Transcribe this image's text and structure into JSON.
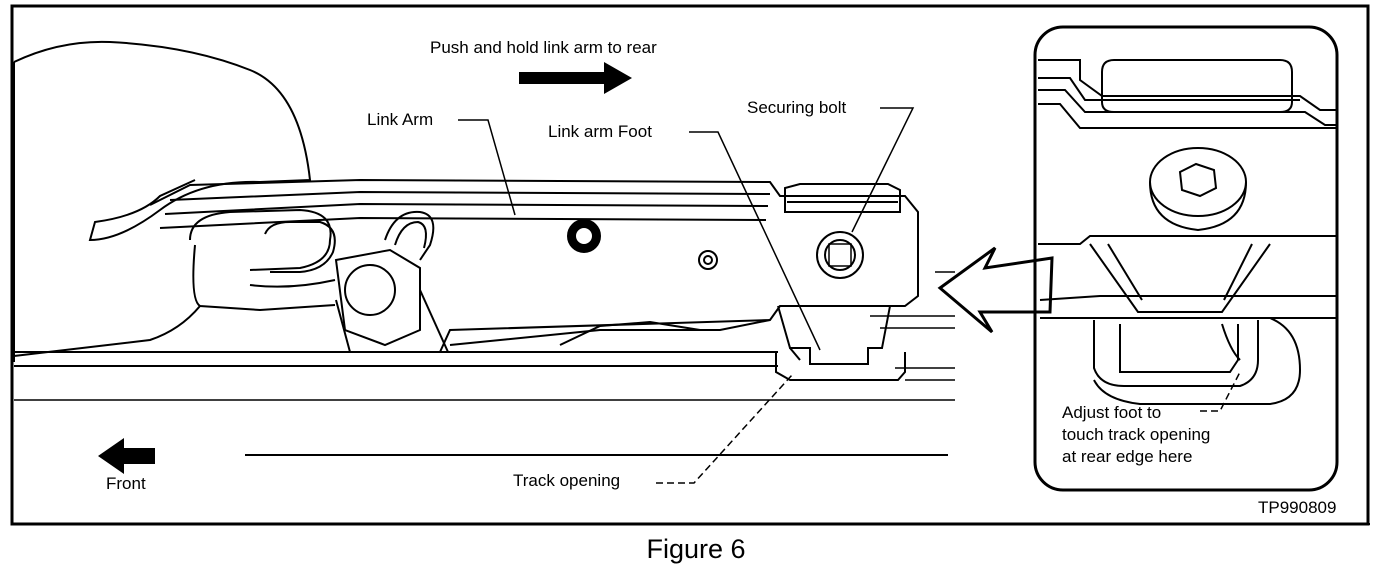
{
  "labels": {
    "push_hold": "Push and hold link arm to rear",
    "link_arm": "Link Arm",
    "link_arm_foot": "Link arm Foot",
    "securing_bolt": "Securing bolt",
    "front": "Front",
    "track_opening": "Track opening",
    "adjust_line1": "Adjust foot to",
    "adjust_line2": "touch track opening",
    "adjust_line3": "at rear edge here",
    "figure_code": "TP990809"
  },
  "caption": "Figure 6"
}
